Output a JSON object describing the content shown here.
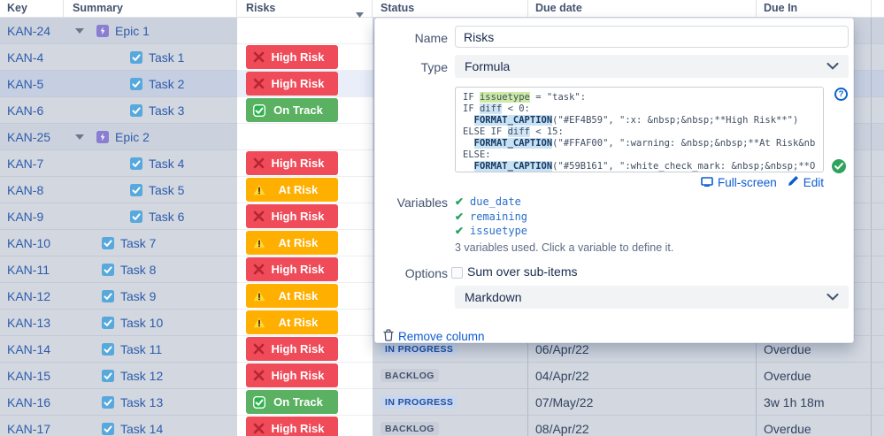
{
  "table": {
    "columns": [
      {
        "id": "key",
        "label": "Key"
      },
      {
        "id": "summary",
        "label": "Summary"
      },
      {
        "id": "risks",
        "label": "Risks"
      },
      {
        "id": "status",
        "label": "Status"
      },
      {
        "id": "due_date",
        "label": "Due date"
      },
      {
        "id": "due_in",
        "label": "Due In"
      }
    ],
    "risk_styles": {
      "high": {
        "label": "High Risk",
        "color": "#EF4B59",
        "icon": "x-icon"
      },
      "at": {
        "label": "At Risk",
        "color": "#FFAF00",
        "icon": "warning-icon"
      },
      "on": {
        "label": "On Track",
        "color": "#59B161",
        "icon": "check-icon"
      }
    },
    "status_styles": {
      "IN PROGRESS": {
        "bg": "#c8d6ef",
        "text": "#1d4fa1"
      },
      "BACKLOG": {
        "bg": "#c8cdd8",
        "text": "#42526E"
      }
    },
    "rows": [
      {
        "key": "KAN-24",
        "summary": "Epic 1",
        "item_type": "epic",
        "expanded": true
      },
      {
        "key": "KAN-4",
        "summary": "Task 1",
        "item_type": "task",
        "indent": 2,
        "risk": "high"
      },
      {
        "key": "KAN-5",
        "summary": "Task 2",
        "item_type": "task",
        "indent": 2,
        "risk": "high",
        "selected": true
      },
      {
        "key": "KAN-6",
        "summary": "Task 3",
        "item_type": "task",
        "indent": 2,
        "risk": "on"
      },
      {
        "key": "KAN-25",
        "summary": "Epic 2",
        "item_type": "epic",
        "expanded": true
      },
      {
        "key": "KAN-7",
        "summary": "Task 4",
        "item_type": "task",
        "indent": 2,
        "risk": "high"
      },
      {
        "key": "KAN-8",
        "summary": "Task 5",
        "item_type": "task",
        "indent": 2,
        "risk": "at"
      },
      {
        "key": "KAN-9",
        "summary": "Task 6",
        "item_type": "task",
        "indent": 2,
        "risk": "high"
      },
      {
        "key": "KAN-10",
        "summary": "Task 7",
        "item_type": "task",
        "indent": 1,
        "risk": "at"
      },
      {
        "key": "KAN-11",
        "summary": "Task 8",
        "item_type": "task",
        "indent": 1,
        "risk": "high"
      },
      {
        "key": "KAN-12",
        "summary": "Task 9",
        "item_type": "task",
        "indent": 1,
        "risk": "at"
      },
      {
        "key": "KAN-13",
        "summary": "Task 10",
        "item_type": "task",
        "indent": 1,
        "risk": "at"
      },
      {
        "key": "KAN-14",
        "summary": "Task 11",
        "item_type": "task",
        "indent": 1,
        "risk": "high",
        "status": "IN PROGRESS",
        "due_date": "06/Apr/22",
        "due_in": "Overdue"
      },
      {
        "key": "KAN-15",
        "summary": "Task 12",
        "item_type": "task",
        "indent": 1,
        "risk": "high",
        "status": "BACKLOG",
        "due_date": "04/Apr/22",
        "due_in": "Overdue"
      },
      {
        "key": "KAN-16",
        "summary": "Task 13",
        "item_type": "task",
        "indent": 1,
        "risk": "on",
        "status": "IN PROGRESS",
        "due_date": "07/May/22",
        "due_in": "3w 1h 18m"
      },
      {
        "key": "KAN-17",
        "summary": "Task 14",
        "item_type": "task",
        "indent": 1,
        "risk": "high",
        "status": "BACKLOG",
        "due_date": "08/Apr/22",
        "due_in": "Overdue"
      }
    ]
  },
  "popup": {
    "name_label": "Name",
    "name_value": "Risks",
    "type_label": "Type",
    "type_value": "Formula",
    "formula_lines": [
      [
        {
          "t": "IF ",
          "s": "p"
        },
        {
          "t": "issuetype",
          "s": "g"
        },
        {
          "t": " = \"task\":",
          "s": "p"
        }
      ],
      [
        {
          "t": "IF ",
          "s": "p"
        },
        {
          "t": "diff",
          "s": "b"
        },
        {
          "t": " < 0:",
          "s": "p"
        }
      ],
      [
        {
          "t": "  ",
          "s": "p"
        },
        {
          "t": "FORMAT_CAPTION",
          "s": "f"
        },
        {
          "t": "(\"#EF4B59\", \":x: &nbsp;&nbsp;**High Risk**\")",
          "s": "p"
        }
      ],
      [
        {
          "t": "ELSE IF ",
          "s": "p"
        },
        {
          "t": "diff",
          "s": "b"
        },
        {
          "t": " < 15:",
          "s": "p"
        }
      ],
      [
        {
          "t": "  ",
          "s": "p"
        },
        {
          "t": "FORMAT_CAPTION",
          "s": "f"
        },
        {
          "t": "(\"#FFAF00\", \":warning: &nbsp;&nbsp;**At Risk&nb",
          "s": "p"
        }
      ],
      [
        {
          "t": "ELSE:",
          "s": "p"
        }
      ],
      [
        {
          "t": "  ",
          "s": "p"
        },
        {
          "t": "FORMAT_CAPTION",
          "s": "f"
        },
        {
          "t": "(\"#59B161\", \":white_check_mark: &nbsp;&nbsp;**O",
          "s": "p"
        }
      ]
    ],
    "help_glyph": "?",
    "fullscreen_label": "Full-screen",
    "edit_label": "Edit",
    "variables_label": "Variables",
    "variables": [
      "due_date",
      "remaining",
      "issuetype"
    ],
    "variables_check": "✔",
    "variables_note": "3 variables used. Click a variable to define it.",
    "options_label": "Options",
    "sum_option_label": "Sum over sub-items",
    "sum_checked": false,
    "format_value": "Markdown",
    "remove_label": "Remove column",
    "link_color": "#0052CC",
    "valid_color": "#2ea35c"
  }
}
